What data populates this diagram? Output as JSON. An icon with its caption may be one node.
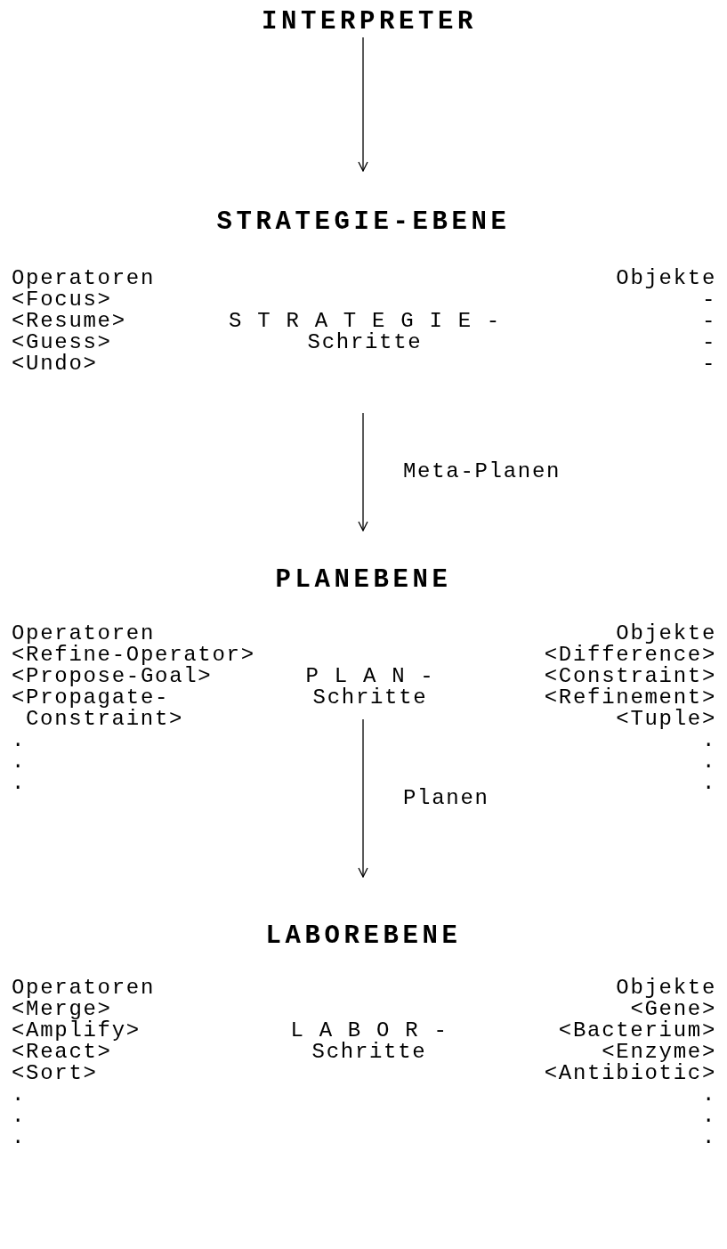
{
  "diagram": {
    "nodes": [
      {
        "text": [
          "INTERPRETER"
        ]
      },
      {
        "text": [
          "STRATEGIE-EBENE",
          "Operatoren",
          "Objekte",
          "<Focus>",
          "-",
          "<Resume>",
          "S T R A T E G I E - Schritte",
          "-",
          "<Guess>",
          "-",
          "<Undo>",
          "-"
        ]
      },
      {
        "text": [
          "PLANEBENE",
          "Operatoren",
          "Objekte",
          "<Refine-Operator>",
          "<Difference>",
          "<Propose-Goal>",
          "P L A N - Schritte",
          "<Constraint>",
          "<Propagate- Constraint>",
          "<Refinement>",
          "<Tuple>",
          ".",
          ".",
          ".",
          ".",
          ".",
          "."
        ]
      },
      {
        "text": [
          "LABOREBENE",
          "Operatoren",
          "Objekte",
          "<Merge>",
          "<Gene>",
          "<Amplify>",
          "L A B O R - Schritte",
          "<Bacterium>",
          "<React>",
          "<Enzyme>",
          "<Sort>",
          "<Antibiotic>",
          ".",
          ".",
          ".",
          ".",
          ".",
          "."
        ]
      }
    ],
    "edges": [
      {
        "from": 0,
        "to": 1,
        "arrow": "to"
      },
      {
        "from": 1,
        "to": 2,
        "arrow": "to",
        "label": "Meta-Planen"
      },
      {
        "from": 2,
        "to": 3,
        "arrow": "to",
        "label": "Planen"
      }
    ]
  }
}
